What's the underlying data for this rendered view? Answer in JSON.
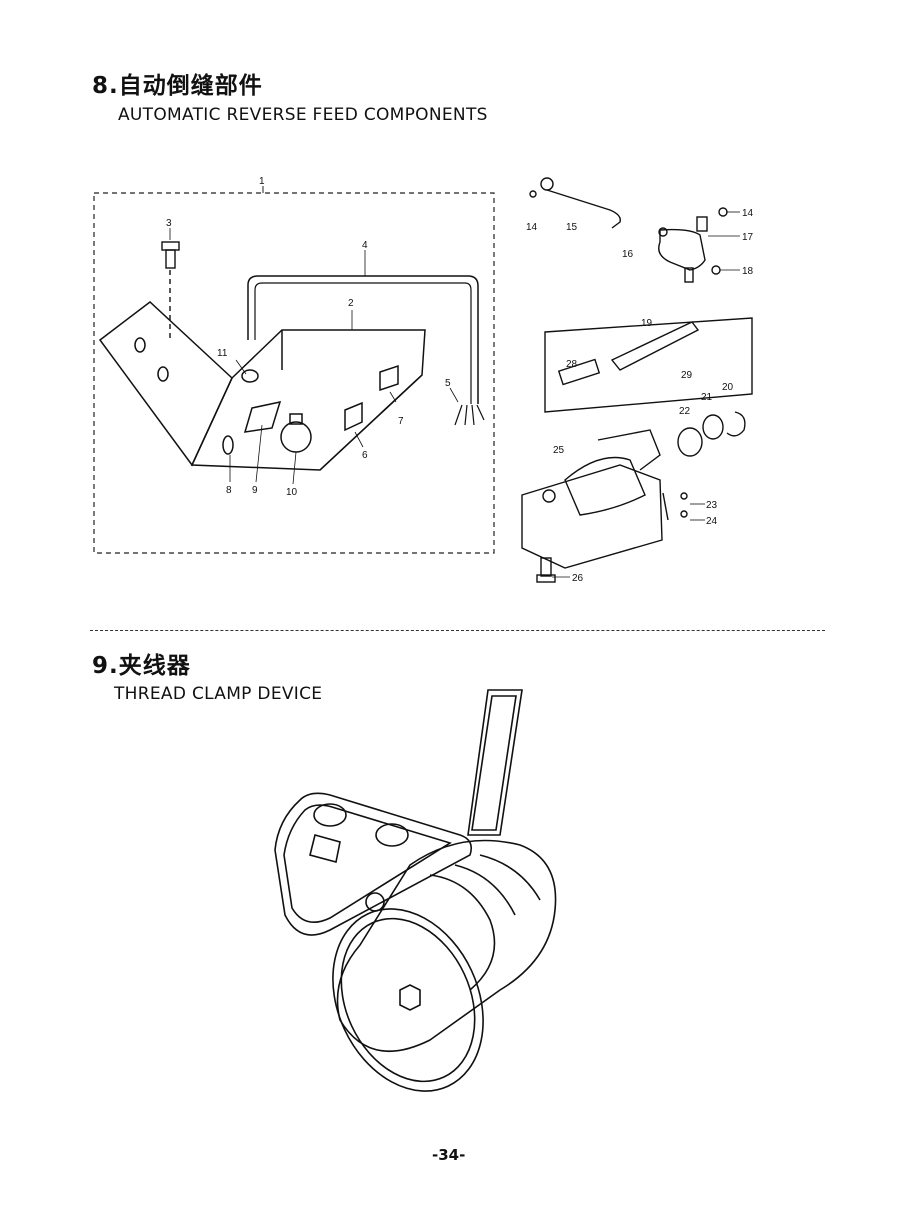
{
  "sections": [
    {
      "title": "8.自动倒缝部件",
      "subtitle": "AUTOMATIC REVERSE FEED COMPONENTS"
    },
    {
      "title": "9.夹线器",
      "subtitle": "THREAD CLAMP DEVICE"
    }
  ],
  "callouts": {
    "c1": "1",
    "c2": "2",
    "c3": "3",
    "c4": "4",
    "c5": "5",
    "c6": "6",
    "c7": "7",
    "c8": "8",
    "c9": "9",
    "c10": "10",
    "c11": "11",
    "c14a": "14",
    "c14b": "14",
    "c15": "15",
    "c16": "16",
    "c17": "17",
    "c18": "18",
    "c19": "19",
    "c20": "20",
    "c21": "21",
    "c22": "22",
    "c23": "23",
    "c24": "24",
    "c25": "25",
    "c26": "26",
    "c28": "28",
    "c29": "29"
  },
  "page_number": "-34-"
}
